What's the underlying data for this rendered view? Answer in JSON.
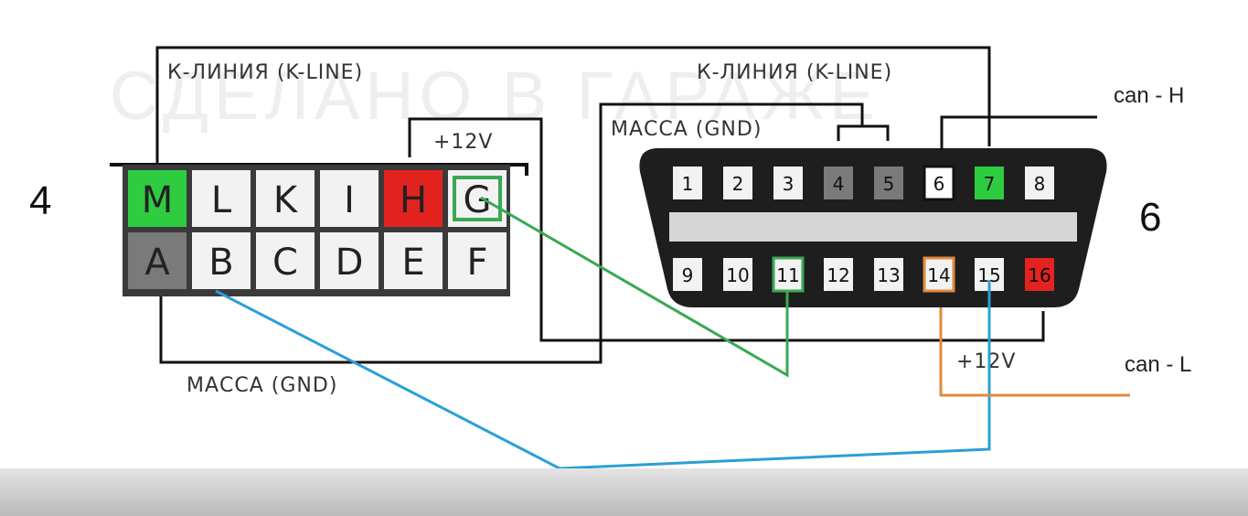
{
  "labels": {
    "kline_left": "К-ЛИНИЯ (K-LINE)",
    "kline_right": "К-ЛИНИЯ (K-LINE)",
    "plus12_left": "+12V",
    "plus12_right": "+12V",
    "gnd_left": "МАССА (GND)",
    "gnd_right": "МАССА (GND)",
    "watermark": "СДЕЛАНО В ГАРАЖЕ",
    "can_h": "can - H",
    "can_l": "can - L",
    "num_left": "4",
    "num_right": "6"
  },
  "left_connector": {
    "top_row": [
      {
        "letter": "M",
        "color": "#2ecc40"
      },
      {
        "letter": "L",
        "color": "#f2f2f2"
      },
      {
        "letter": "K",
        "color": "#f2f2f2"
      },
      {
        "letter": "I",
        "color": "#f2f2f2"
      },
      {
        "letter": "H",
        "color": "#e3231f"
      },
      {
        "letter": "G",
        "color": "#f2f2f2",
        "highlight": "#3aa853"
      }
    ],
    "bottom_row": [
      {
        "letter": "A",
        "color": "#7a7a7a"
      },
      {
        "letter": "B",
        "color": "#f2f2f2"
      },
      {
        "letter": "C",
        "color": "#f2f2f2"
      },
      {
        "letter": "D",
        "color": "#f2f2f2"
      },
      {
        "letter": "E",
        "color": "#f2f2f2"
      },
      {
        "letter": "F",
        "color": "#f2f2f2"
      }
    ]
  },
  "obd_connector": {
    "top_row": [
      {
        "pin": "1",
        "color": "#f2f2f2"
      },
      {
        "pin": "2",
        "color": "#f2f2f2"
      },
      {
        "pin": "3",
        "color": "#f2f2f2"
      },
      {
        "pin": "4",
        "color": "#7a7a7a"
      },
      {
        "pin": "5",
        "color": "#7a7a7a"
      },
      {
        "pin": "6",
        "color": "#ffffff",
        "highlight": "#111111"
      },
      {
        "pin": "7",
        "color": "#2ecc40"
      },
      {
        "pin": "8",
        "color": "#f2f2f2"
      }
    ],
    "bottom_row": [
      {
        "pin": "9",
        "color": "#f2f2f2"
      },
      {
        "pin": "10",
        "color": "#f2f2f2"
      },
      {
        "pin": "11",
        "color": "#f2f2f2",
        "highlight": "#3aa853"
      },
      {
        "pin": "12",
        "color": "#f2f2f2"
      },
      {
        "pin": "13",
        "color": "#f2f2f2"
      },
      {
        "pin": "14",
        "color": "#f2f2f2",
        "highlight": "#e08a3c"
      },
      {
        "pin": "15",
        "color": "#f2f2f2"
      },
      {
        "pin": "16",
        "color": "#e3231f"
      }
    ]
  },
  "wire_colors": {
    "green": "#3aa853",
    "blue": "#2a9fd6",
    "orange": "#e08a3c",
    "black": "#111111"
  }
}
